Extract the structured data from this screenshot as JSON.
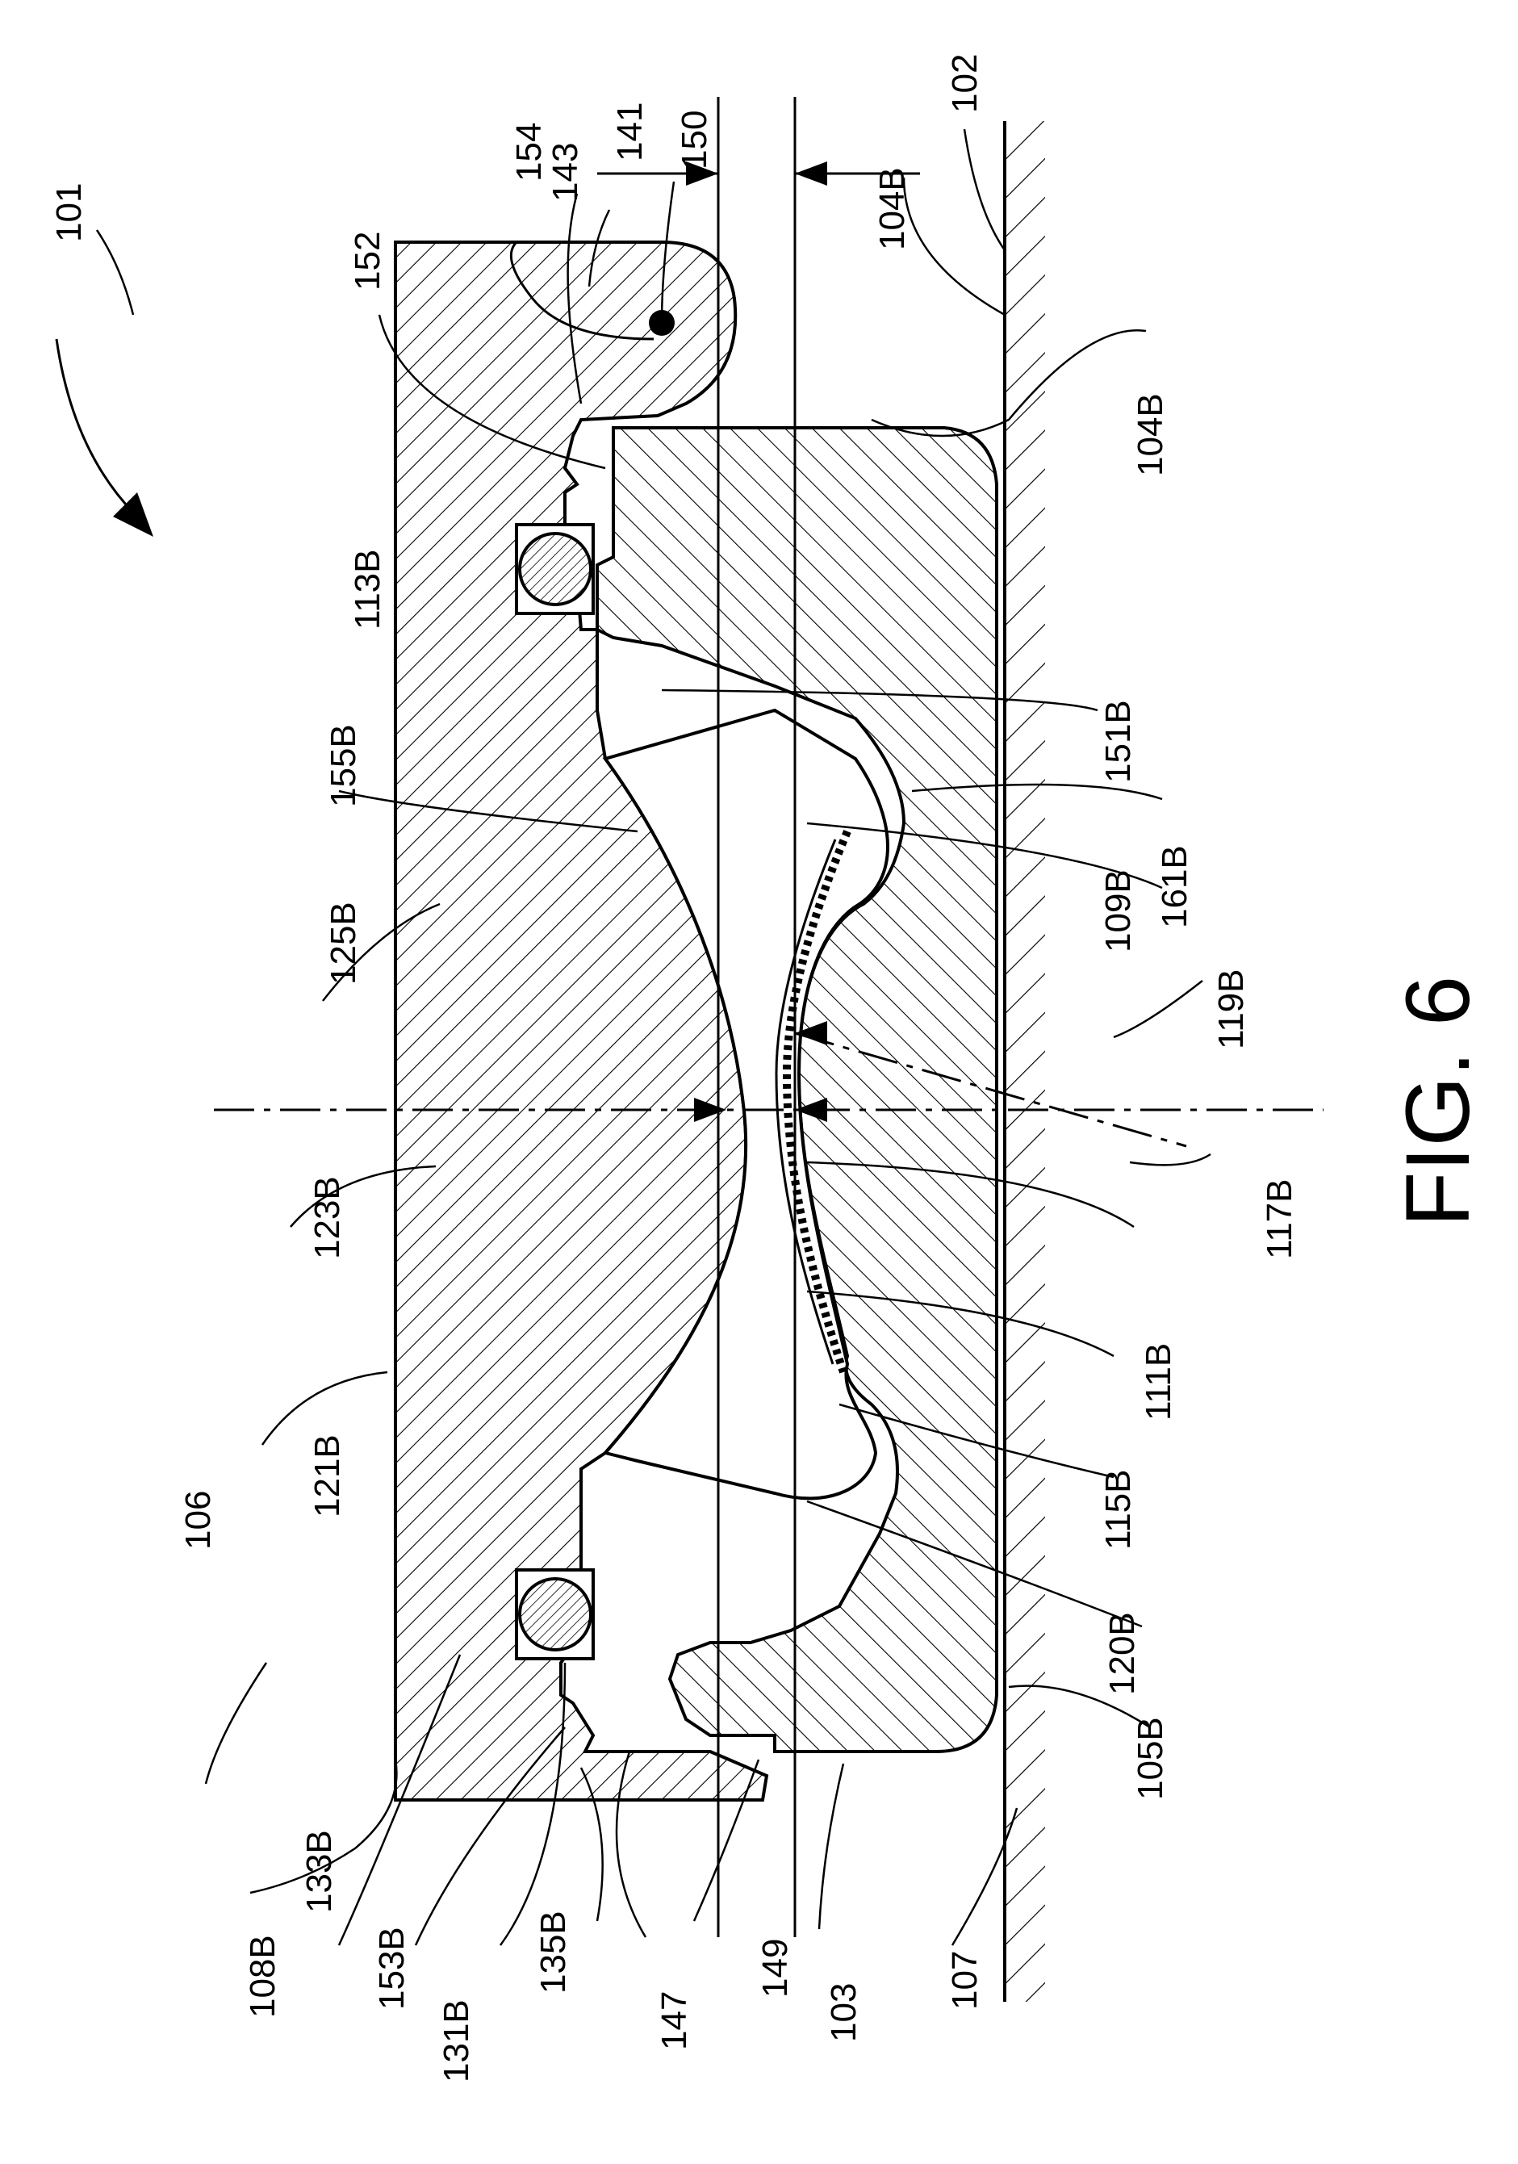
{
  "figure": {
    "title": "FIG. 6",
    "label_color": "#000000",
    "background": "#ffffff"
  },
  "labels": {
    "l101": "101",
    "l102": "102",
    "l103": "103",
    "l104b_top": "104B",
    "l104b_right": "104B",
    "l105b": "105B",
    "l106": "106",
    "l107": "107",
    "l108b": "108B",
    "l109b": "109B",
    "l111b": "111B",
    "l113b": "113B",
    "l115b": "115B",
    "l117b": "117B",
    "l119b": "119B",
    "l120b": "120B",
    "l121b": "121B",
    "l123b": "123B",
    "l125b": "125B",
    "l131b": "131B",
    "l133b": "133B",
    "l135b": "135B",
    "l141": "141",
    "l143": "143",
    "l147": "147",
    "l149": "149",
    "l150": "150",
    "l151b": "151B",
    "l152": "152",
    "l153b": "153B",
    "l154": "154",
    "l155b": "155B",
    "l161b": "161B"
  }
}
